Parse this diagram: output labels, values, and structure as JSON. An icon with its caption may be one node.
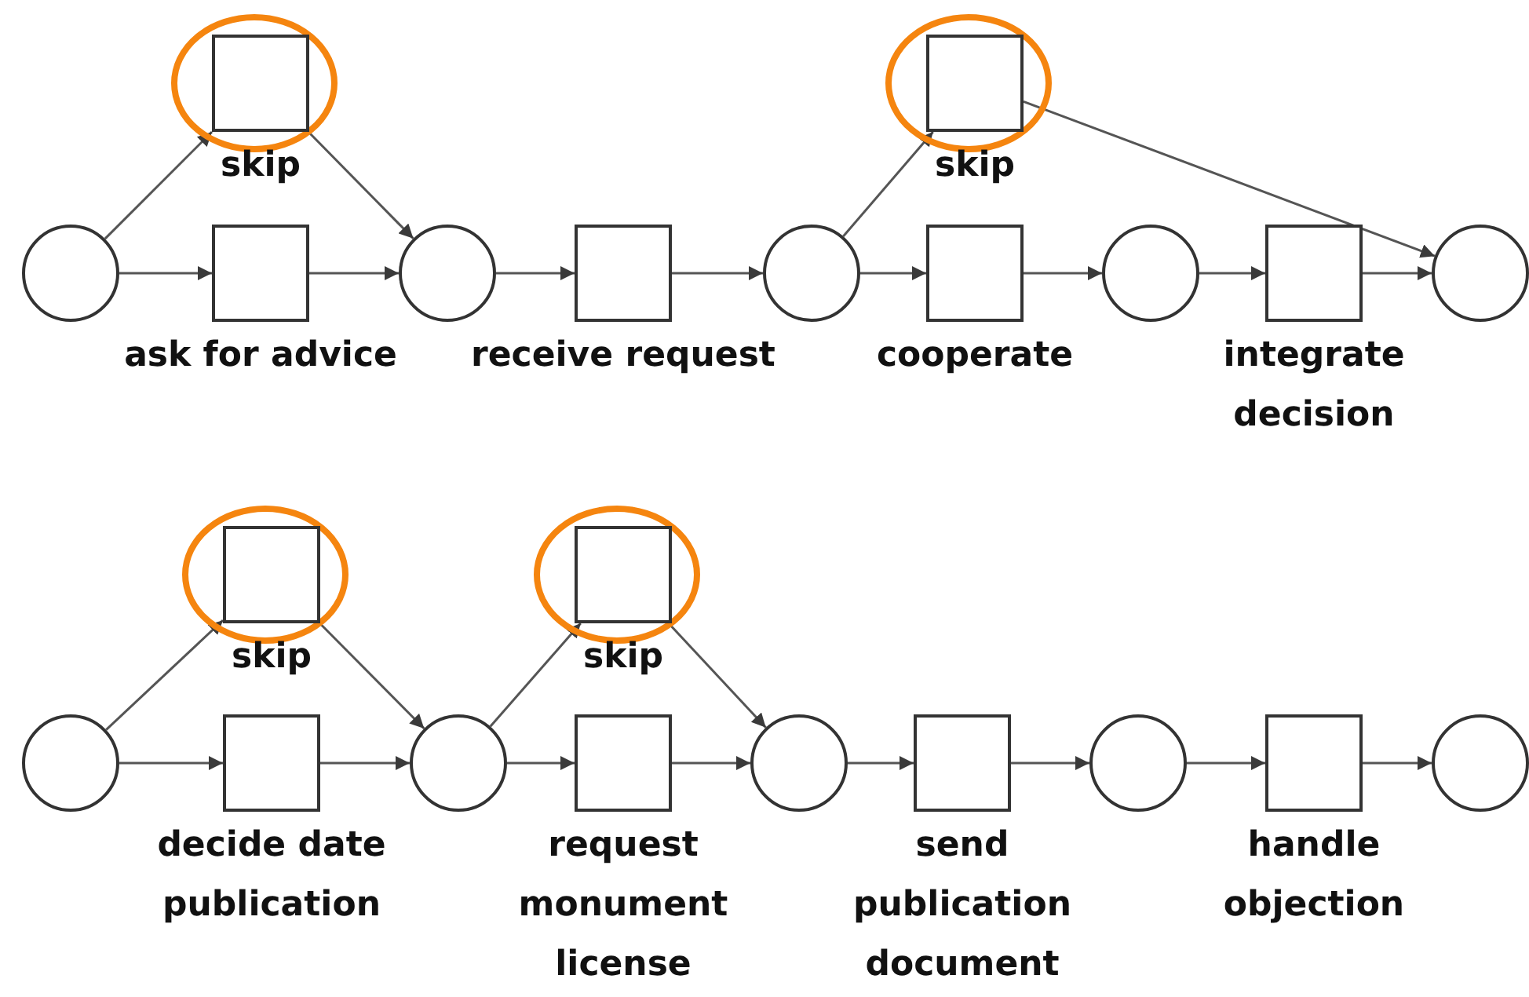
{
  "diagram": {
    "nodes": [
      {
        "text": [],
        "shape": "circle"
      },
      {
        "text": [
          "skip"
        ]
      },
      {
        "text": [
          "ask for advice"
        ]
      },
      {
        "text": [],
        "shape": "circle"
      },
      {
        "text": [
          "receive request"
        ]
      },
      {
        "text": [],
        "shape": "circle"
      },
      {
        "text": [
          "skip"
        ]
      },
      {
        "text": [
          "cooperate"
        ]
      },
      {
        "text": [],
        "shape": "circle"
      },
      {
        "text": [
          "integrate decision"
        ]
      },
      {
        "text": [],
        "shape": "circle"
      },
      {
        "text": [],
        "shape": "circle"
      },
      {
        "text": [
          "skip"
        ]
      },
      {
        "text": [
          "decide date publication"
        ]
      },
      {
        "text": [],
        "shape": "circle"
      },
      {
        "text": [
          "skip"
        ]
      },
      {
        "text": [
          "request monument license"
        ]
      },
      {
        "text": [],
        "shape": "circle"
      },
      {
        "text": [
          "send publication document"
        ]
      },
      {
        "text": [],
        "shape": "circle"
      },
      {
        "text": [
          "handle objection"
        ]
      },
      {
        "text": [],
        "shape": "circle"
      }
    ],
    "edges": [
      {
        "from": 0,
        "to": 1,
        "arrow": "to"
      },
      {
        "from": 0,
        "to": 2,
        "arrow": "to"
      },
      {
        "from": 1,
        "to": 3,
        "arrow": "to"
      },
      {
        "from": 2,
        "to": 3,
        "arrow": "to"
      },
      {
        "from": 3,
        "to": 4,
        "arrow": "to"
      },
      {
        "from": 4,
        "to": 5,
        "arrow": "to"
      },
      {
        "from": 5,
        "to": 6,
        "arrow": "to"
      },
      {
        "from": 5,
        "to": 7,
        "arrow": "to"
      },
      {
        "from": 7,
        "to": 8,
        "arrow": "to"
      },
      {
        "from": 8,
        "to": 9,
        "arrow": "to"
      },
      {
        "from": 9,
        "to": 10,
        "arrow": "to"
      },
      {
        "from": 6,
        "to": 10,
        "arrow": "to"
      },
      {
        "from": 11,
        "to": 12,
        "arrow": "to"
      },
      {
        "from": 11,
        "to": 13,
        "arrow": "to"
      },
      {
        "from": 12,
        "to": 14,
        "arrow": "to"
      },
      {
        "from": 13,
        "to": 14,
        "arrow": "to"
      },
      {
        "from": 14,
        "to": 15,
        "arrow": "to"
      },
      {
        "from": 14,
        "to": 16,
        "arrow": "to"
      },
      {
        "from": 15,
        "to": 17,
        "arrow": "to"
      },
      {
        "from": 16,
        "to": 17,
        "arrow": "to"
      },
      {
        "from": 17,
        "to": 18,
        "arrow": "to"
      },
      {
        "from": 18,
        "to": 19,
        "arrow": "to"
      },
      {
        "from": 19,
        "to": 20,
        "arrow": "to"
      },
      {
        "from": 20,
        "to": 21,
        "arrow": "to"
      }
    ]
  }
}
